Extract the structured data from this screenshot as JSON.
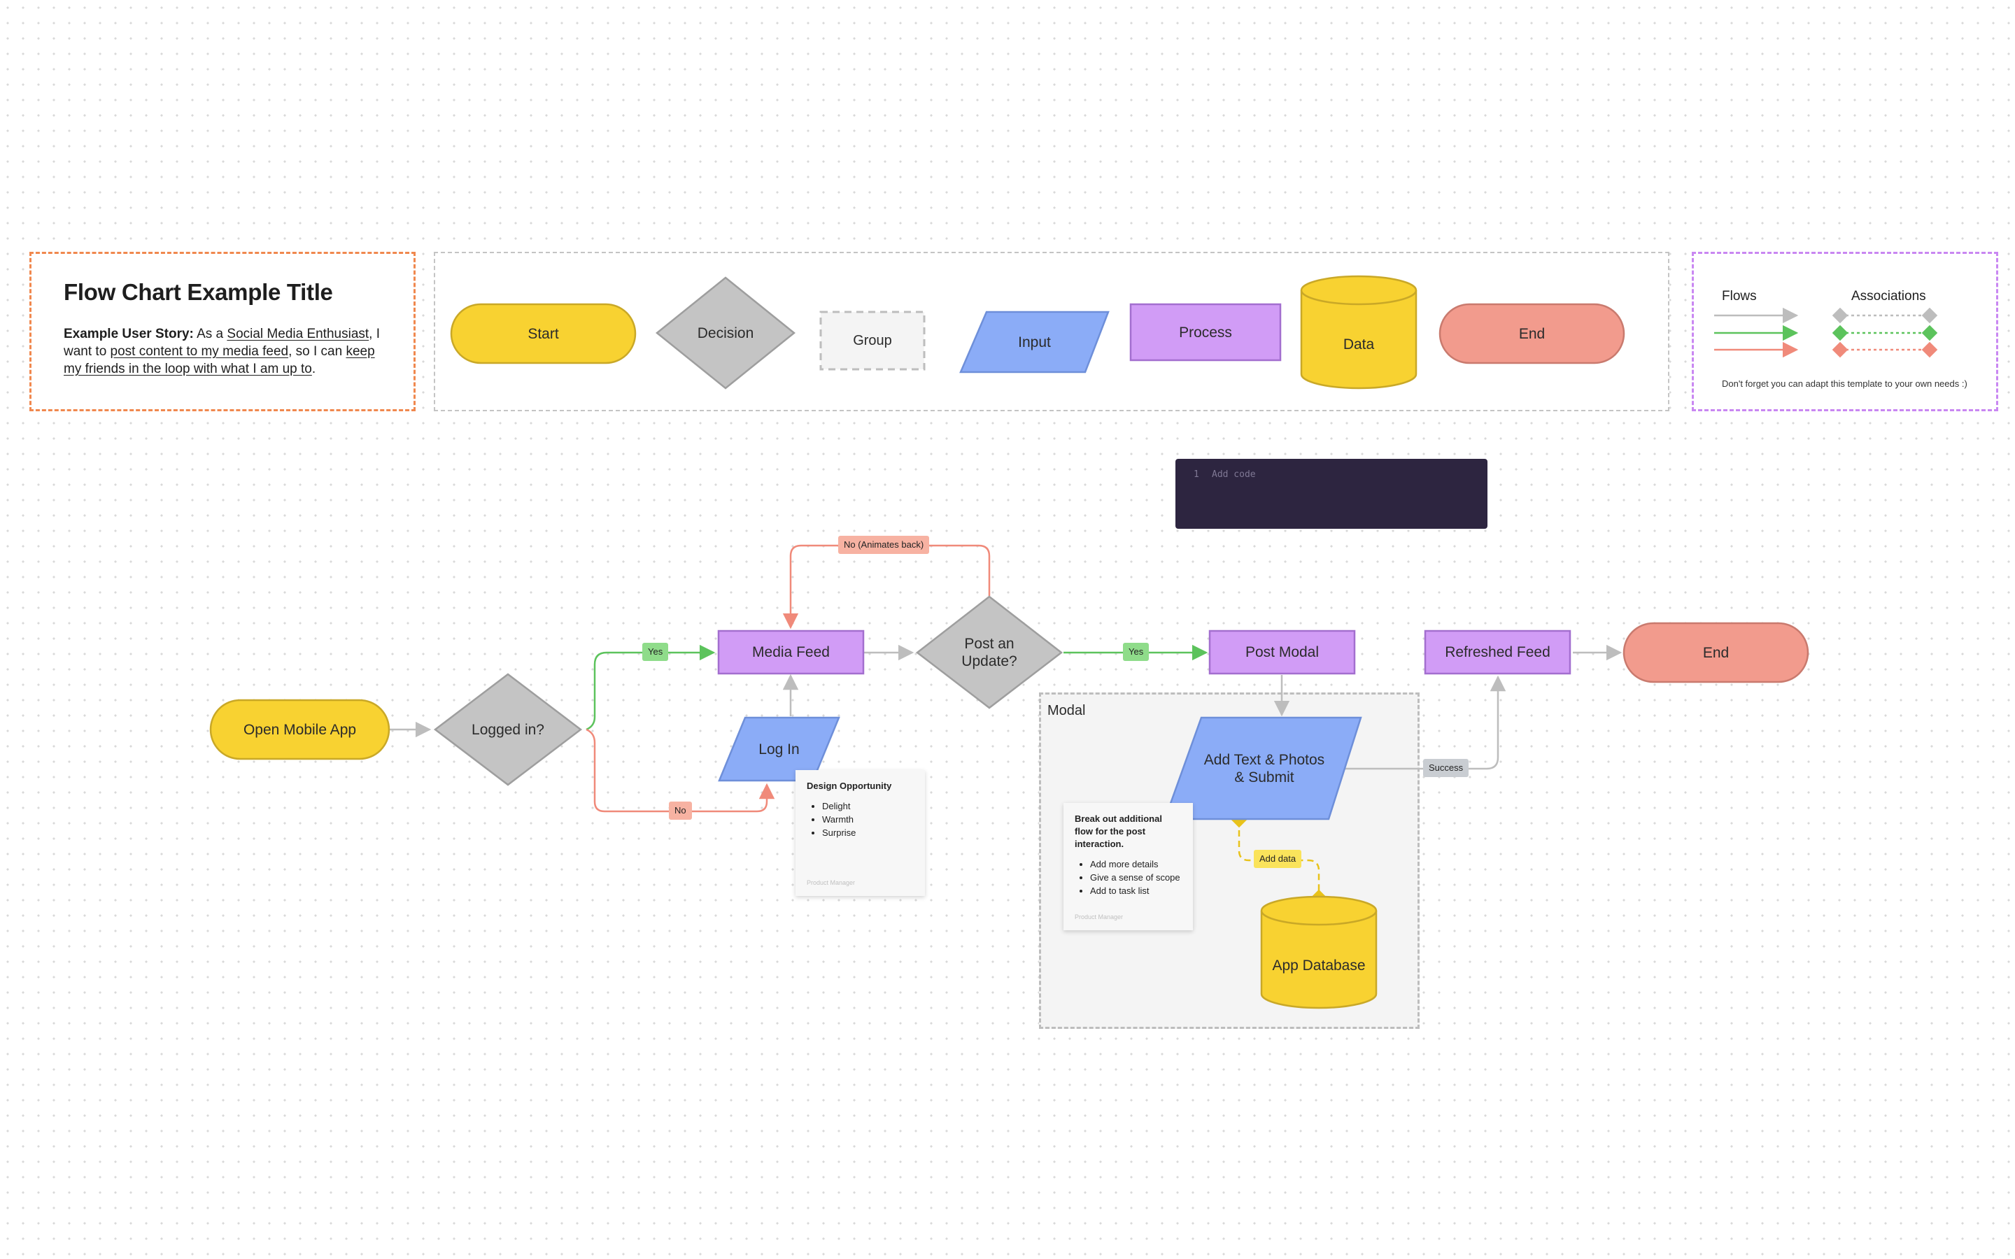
{
  "title_card": {
    "title": "Flow Chart Example Title",
    "story_label": "Example User Story:",
    "story_t1": " As a ",
    "story_role": "Social Media Enthusiast",
    "story_t2": ", I want to ",
    "story_goal": "post content to my media feed",
    "story_t3": ", so I can ",
    "story_benefit": "keep my friends in the loop with what I am up to",
    "story_t4": "."
  },
  "legend": {
    "start": "Start",
    "decision": "Decision",
    "group": "Group",
    "input": "Input",
    "process": "Process",
    "data": "Data",
    "end": "End"
  },
  "arrow_legend": {
    "flows_label": "Flows",
    "associations_label": "Associations",
    "note": "Don't forget you can adapt this template to your own needs :)",
    "colors": {
      "neutral": "#bdbdbd",
      "green": "#5cc35c",
      "red": "#f08a7a"
    }
  },
  "code_block": {
    "line_number": "1",
    "placeholder": "Add code"
  },
  "flow": {
    "open_app": "Open Mobile App",
    "logged_in": "Logged in?",
    "media_feed": "Media Feed",
    "log_in": "Log In",
    "post_update": "Post an Update?",
    "post_modal": "Post Modal",
    "refreshed_feed": "Refreshed Feed",
    "end": "End",
    "add_text": "Add Text & Photos & Submit",
    "app_database": "App Database",
    "modal_label": "Modal"
  },
  "edges": {
    "yes_1": "Yes",
    "no_1": "No",
    "no_animates": "No (Animates back)",
    "yes_2": "Yes",
    "success": "Success",
    "add_data": "Add data"
  },
  "sticky_design": {
    "title": "Design Opportunity",
    "items": [
      "Delight",
      "Warmth",
      "Surprise"
    ],
    "footer": "Product Manager"
  },
  "sticky_modal": {
    "title": "Break out additional flow for the post interaction.",
    "items": [
      "Add more details",
      "Give a sense of scope",
      "Add to task list"
    ],
    "footer": "Product Manager"
  },
  "colors": {
    "yellow": "#f8d231",
    "grey": "#c4c4c4",
    "blue": "#8bacf7",
    "purple": "#d19cf6",
    "salmon": "#f29b8d",
    "code_bg": "#2d2540"
  }
}
